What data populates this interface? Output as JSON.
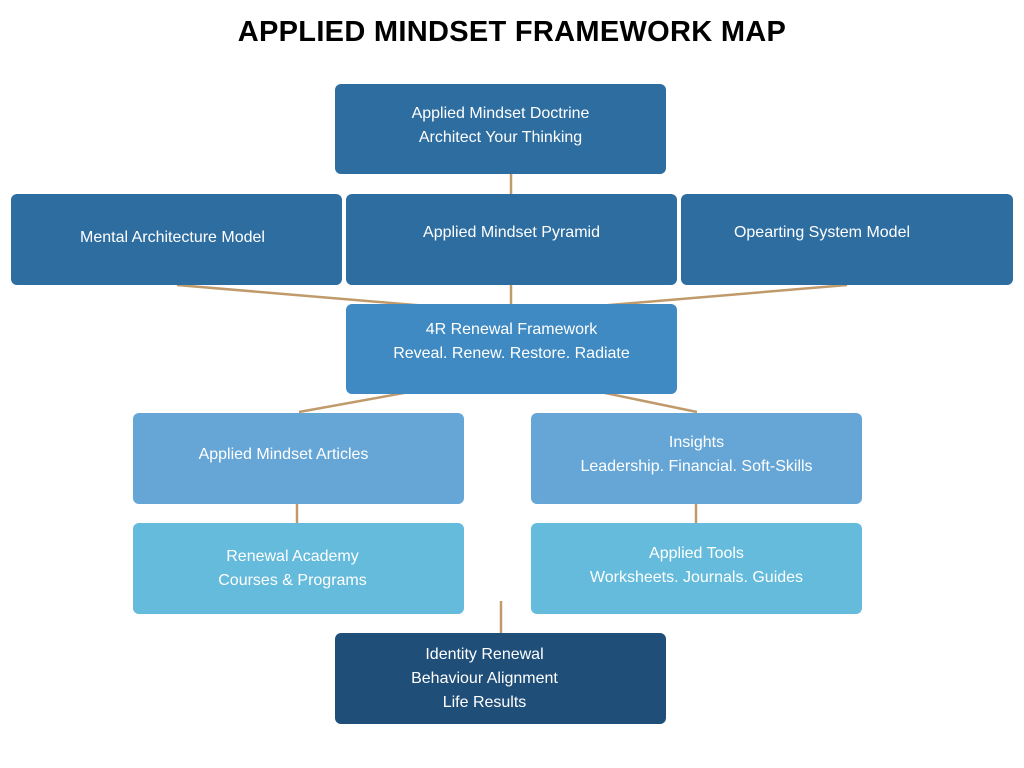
{
  "title": "APPLIED MINDSET FRAMEWORK MAP",
  "nodes": {
    "doctrine": {
      "line1": "Applied Mindset Doctrine",
      "line2": "Architect Your Thinking"
    },
    "mental_architecture": {
      "line1": "Mental Architecture Model"
    },
    "pyramid": {
      "line1": "Applied Mindset Pyramid"
    },
    "operating_system": {
      "line1": "Opearting System Model"
    },
    "renewal_framework": {
      "line1": "4R Renewal Framework",
      "line2": "Reveal. Renew. Restore. Radiate"
    },
    "articles": {
      "line1": "Applied Mindset Articles"
    },
    "insights": {
      "line1": "Insights",
      "line2": "Leadership. Financial. Soft-Skills"
    },
    "academy": {
      "line1": "Renewal Academy",
      "line2": "Courses & Programs"
    },
    "tools": {
      "line1": "Applied Tools",
      "line2": "Worksheets. Journals. Guides"
    },
    "outcomes": {
      "line1": "Identity Renewal",
      "line2": "Behaviour Alignment",
      "line3": "Life Results"
    }
  },
  "colors": {
    "connector": "#C09A6B",
    "dark": "#2E6DA0",
    "mid": "#3F8AC2",
    "light": "#65A6D6",
    "teal": "#64BBDB",
    "navy": "#1F4E79"
  }
}
